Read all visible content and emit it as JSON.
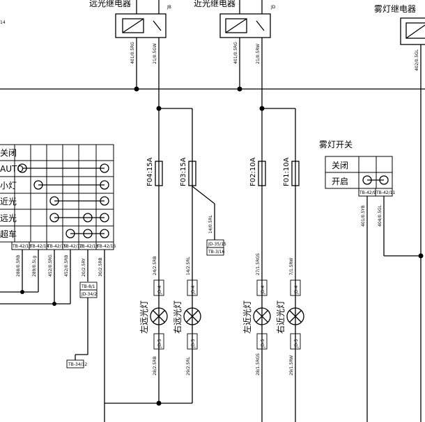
{
  "relays": {
    "high_beam_label": "远光继电器",
    "high_beam_code": "JB",
    "low_beam_label": "近光继电器",
    "low_beam_code": "JD",
    "fog_label": "雾灯继电器",
    "left_edge_code": "14"
  },
  "fuses": {
    "f04": "F04:15A",
    "f03": "F03:15A",
    "f02": "F02:10A",
    "f01": "F01:10A"
  },
  "switch_table": {
    "rows": [
      "关闭",
      "AUTO",
      "小灯",
      "近光",
      "远光",
      "超车"
    ],
    "bottom_codes": [
      "TB-42/13",
      "TB-42/14",
      "TB-42/15",
      "TB-42/12",
      "TB-42/18",
      "TB-42/16"
    ]
  },
  "fog_switch": {
    "title": "雾灯开关",
    "rows": [
      "关闭",
      "开启"
    ],
    "codes": [
      "TB-42/9",
      "TB-42/11"
    ],
    "wire_a": "401/0.5YB",
    "wire_b": "404/0.5GL"
  },
  "lamps": {
    "left_high": "左远光灯",
    "right_high": "右远光灯",
    "left_low": "左近光灯",
    "right_low": "右近光灯"
  },
  "wires": {
    "top": [
      "401/0.5RG",
      "21/0.5GW",
      "401/0.5RG",
      "21/0.5RW",
      "402/0.5GL"
    ],
    "beam_upper": [
      "24/2.5RB",
      "14/2.5RL",
      "27/1.5RGS",
      "7/1.5RW"
    ],
    "beam_lower": [
      "28/2.5RB",
      "29/2.5RL",
      "28/1.5RGS",
      "29/1.5RW"
    ],
    "table_vertical": [
      "288/0.5RB",
      "289/0.5Lg",
      "452/0.5RG",
      "452/0.5RB",
      "20/2.5RY",
      "30/2.5RB"
    ],
    "f03_branch": "14/0.5RL"
  },
  "connectors": {
    "beam_upper": [
      "JD-4",
      "JD-4",
      "JD-4",
      "JD-4"
    ],
    "beam_lower": [
      "JD-5",
      "JD-5",
      "JD-5",
      "JD-5"
    ],
    "f03_box_a": "JD-35/15",
    "f03_box_b": "TB-3/16",
    "mid_a": "TB-8/1",
    "mid_b": "JD-34/2",
    "bottom": "TB-34/12"
  }
}
